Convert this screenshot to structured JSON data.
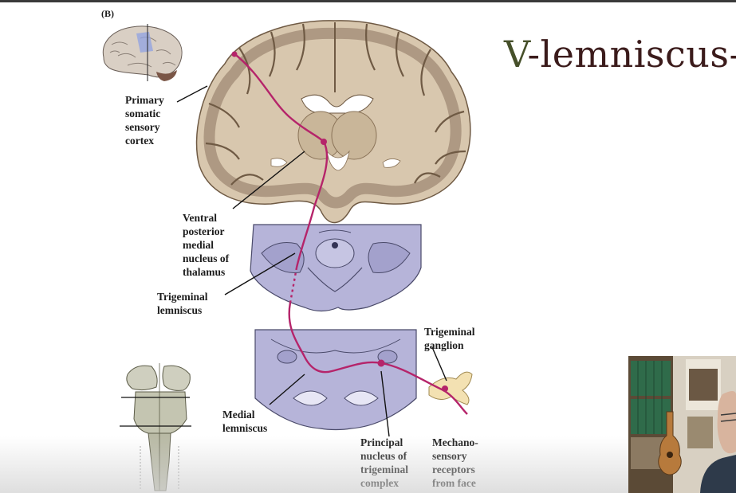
{
  "slide": {
    "title_v": "V",
    "title_rest": "-lemniscus-",
    "panel_label": "(B)"
  },
  "labels": {
    "cortex": [
      "Primary",
      "somatic",
      "sensory",
      "cortex"
    ],
    "vpm": [
      "Ventral",
      "posterior",
      "medial",
      "nucleus of",
      "thalamus"
    ],
    "trigeminal_lemniscus": [
      "Trigeminal",
      "lemniscus"
    ],
    "trigeminal_ganglion": [
      "Trigeminal",
      "ganglion"
    ],
    "medial_lemniscus": [
      "Medial",
      "lemniscus"
    ],
    "principal_nucleus": [
      "Principal",
      "nucleus of",
      "trigeminal",
      "complex"
    ],
    "mechanoreceptors": [
      "Mechano-",
      "sensory",
      "receptors",
      "from face"
    ]
  },
  "colors": {
    "pathway": "#b5246a",
    "brain_fill": "#d8c7ae",
    "gray_matter": "#9c8670",
    "section_fill": "#b6b4d9",
    "title_text": "#3b1b1b",
    "title_v": "#46502a"
  }
}
